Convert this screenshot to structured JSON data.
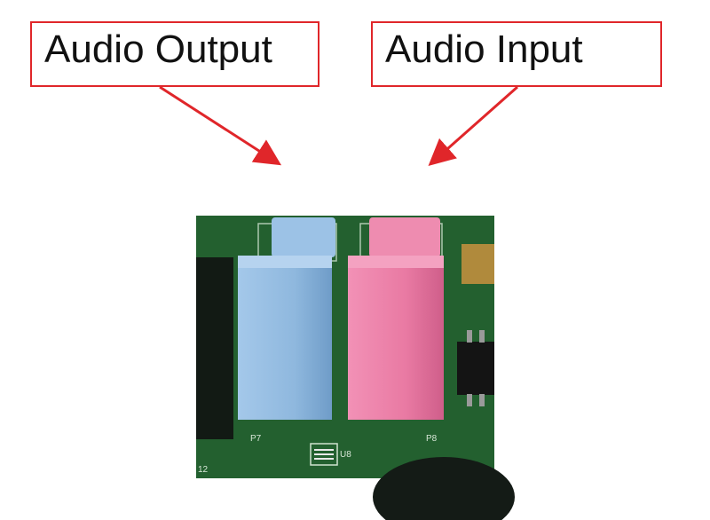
{
  "labels": {
    "output": "Audio Output",
    "input": "Audio Input"
  },
  "board": {
    "silkscreen": {
      "left_port": "P7",
      "right_port": "P8",
      "chip": "U8",
      "corner": "12"
    }
  },
  "colors": {
    "annotation": "#e0262a",
    "pcb": "#1f5a2c",
    "output_jack": "#8fb8de",
    "input_jack": "#e97aa3"
  }
}
